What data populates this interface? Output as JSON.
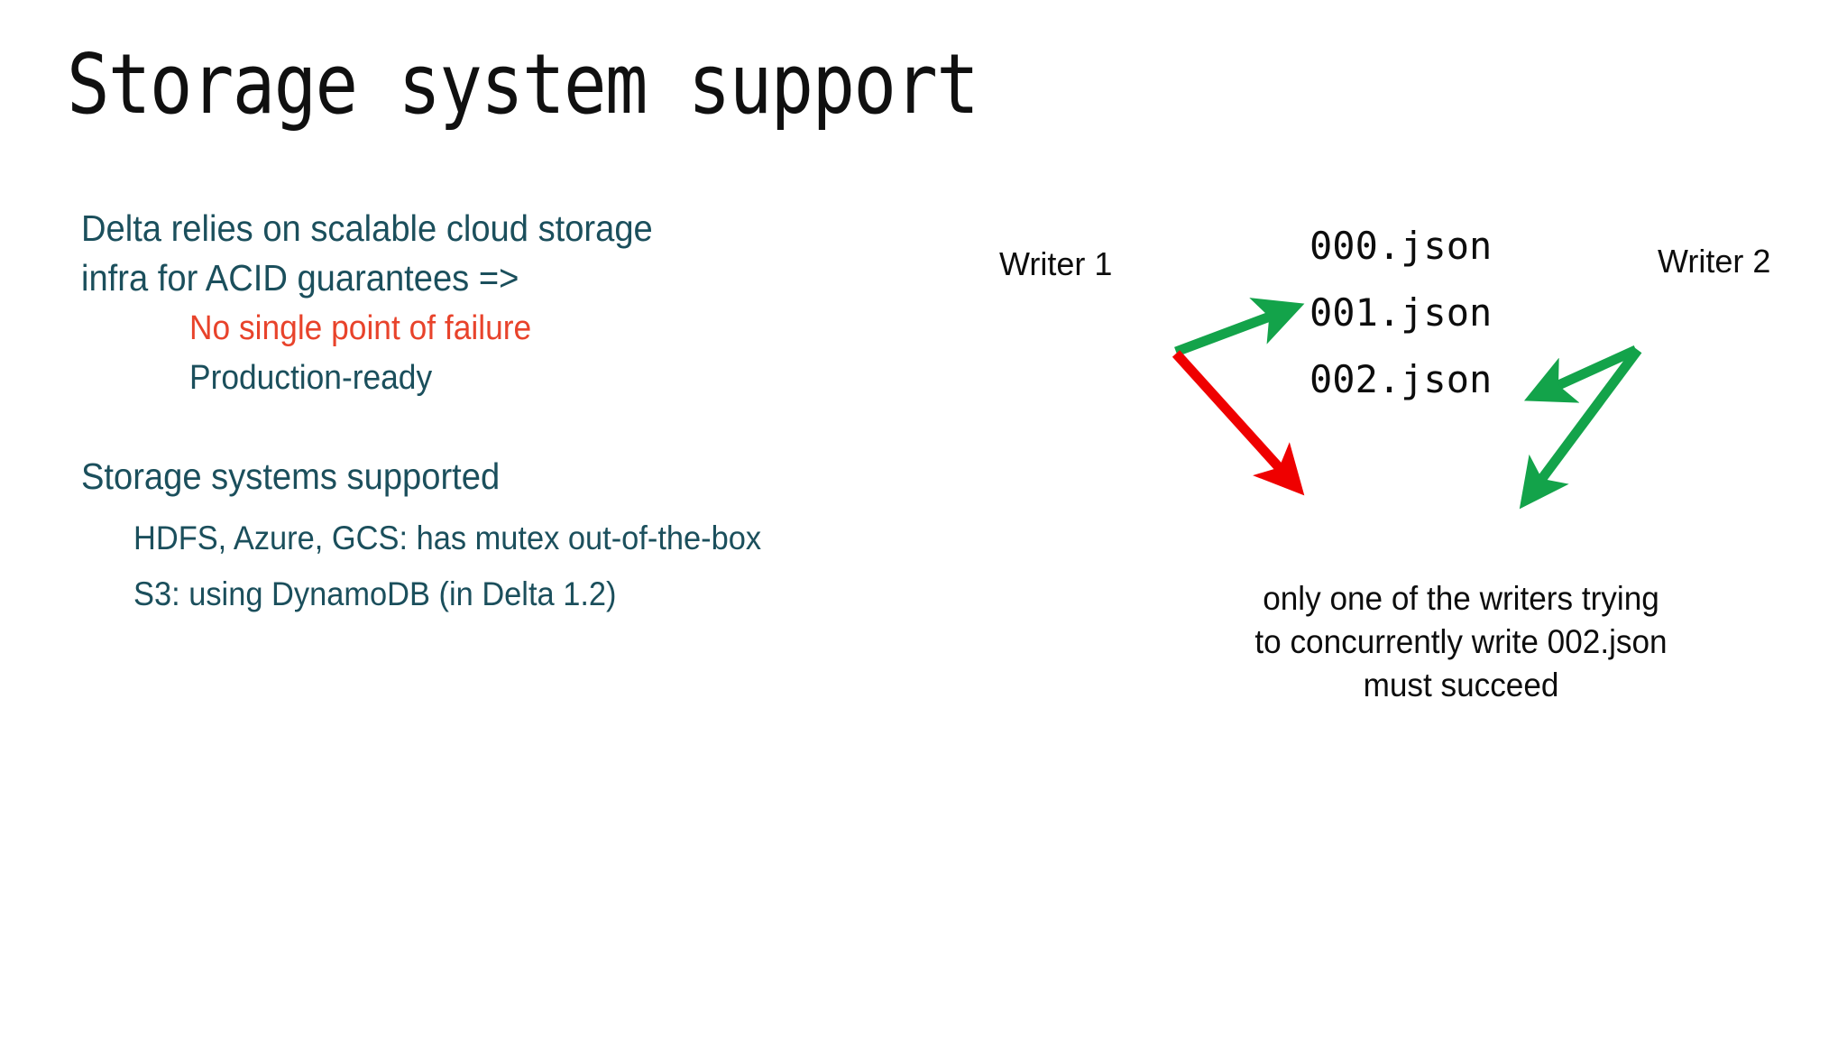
{
  "slide": {
    "title": "Storage system support",
    "background_color": "#ffffff"
  },
  "colors": {
    "body_text": "#1b4f5c",
    "highlight_red": "#e8432b",
    "arrow_green": "#13a34a",
    "arrow_red": "#ef0000",
    "diagram_text": "#0d0d0d"
  },
  "left_column": {
    "paragraph": {
      "line1": "Delta relies on scalable cloud storage",
      "line2": "infra for ACID guarantees =>",
      "sub_items": [
        {
          "text": "No single point of failure",
          "color": "#e8432b"
        },
        {
          "text": "Production-ready",
          "color": "#1b4f5c"
        }
      ]
    },
    "section": {
      "heading": "Storage systems supported",
      "items": [
        "HDFS, Azure, GCS: has mutex out-of-the-box",
        "S3: using DynamoDB (in Delta 1.2)"
      ]
    }
  },
  "diagram": {
    "writer_1_label": "Writer 1",
    "writer_2_label": "Writer 2",
    "files": [
      "000.json",
      "001.json",
      "002.json"
    ],
    "arrows": [
      {
        "name": "writer1-to-000",
        "from": "Writer 1",
        "to": "000.json",
        "color": "#13a34a"
      },
      {
        "name": "writer1-to-002",
        "from": "Writer 1",
        "to": "002.json",
        "color": "#ef0000"
      },
      {
        "name": "writer2-to-001",
        "from": "Writer 2",
        "to": "001.json",
        "color": "#13a34a"
      },
      {
        "name": "writer2-to-002",
        "from": "Writer 2",
        "to": "002.json",
        "color": "#13a34a"
      }
    ],
    "caption": {
      "line1": "only one of the writers trying",
      "line2": "to concurrently write 002.json",
      "line3": "must succeed"
    }
  }
}
